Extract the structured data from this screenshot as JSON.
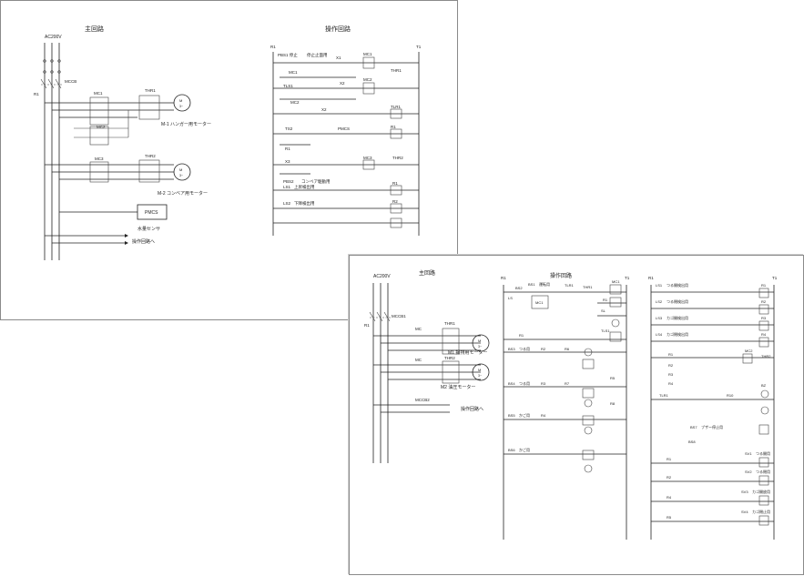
{
  "sheet1": {
    "main_title": "主回路",
    "ops_title": "操作回路",
    "supply": "AC200V",
    "r1": "R1",
    "t1": "T1",
    "breaker": "MCCB",
    "mc1": "MC1",
    "mc2": "MC2",
    "mc3": "MC3",
    "thr1": "THR1",
    "thr2": "THR2",
    "motor_m": "M",
    "motor_3": "3~",
    "m1_label": "M-1 ハンガー用モーター",
    "m2_label": "M-2 コンベア用モーター",
    "pmcs": "PMCS",
    "water_sensor": "水量センサ",
    "to_ops": "操作回路へ",
    "ops": {
      "pbs1": "PBS1 停止",
      "pbs1_detail": "停止止面用",
      "mc1": "MC1",
      "mc2": "MC2",
      "mc3": "MC3",
      "thr1": "THR1",
      "thr2": "THR2",
      "x1": "X1",
      "x2": "X2",
      "x3": "X3",
      "ts1": "TLS1",
      "ts2": "TS2",
      "tlr1": "TLR1",
      "pmcs": "PMCS",
      "r1": "R1",
      "pbs2": "PBS2",
      "pbs2_detail": "コンベア駆動用",
      "ls1": "LS1",
      "ls1_detail": "上昇検出用",
      "ls2": "LS2",
      "ls2_detail": "下降検出用",
      "tlr1_coil": "TLR1",
      "x_coil": "X1",
      "r_coil": "R1",
      "r2_coil": "R2",
      "x2_coil": "X2"
    }
  },
  "sheet2": {
    "supply": "AC200V",
    "main_title": "主回路",
    "ops_title": "操作回路",
    "r1": "R1",
    "t1": "T1",
    "mccb1": "MCCB1",
    "mccb2": "MCCB2",
    "mc": "MC",
    "thr1": "THR1",
    "thr2": "THR2",
    "m1_label": "M1 揚排用モーター",
    "m2_label": "M2 油圧モーター",
    "motor_m": "M",
    "motor_3": "3~",
    "to_ops": "操作回路へ",
    "col1": {
      "bs2": "BS2",
      "bs1": "BS1",
      "bs1_detail": "運転用",
      "tlr1": "TLR1",
      "thr1": "THR1",
      "mc1": "MC1",
      "mc1b": "MC1",
      "ls": "LS",
      "r1": "R1",
      "r1b": "R1",
      "sl": "SL",
      "ts1": "TLS1",
      "bs3": "BS3",
      "bs3_detail": "つる用",
      "bs4": "BS4",
      "bs4_detail": "つる用",
      "bs5": "BS5",
      "bs5_detail": "かご用",
      "bs6": "BS6",
      "bs6_detail": "かご用",
      "r2": "R2",
      "r3": "R3",
      "r4": "R4",
      "r5": "R5",
      "r6": "R6",
      "r7": "R7",
      "r8": "R8"
    },
    "col2": {
      "ls1": "LS1",
      "ls1_detail": "つる開検出用",
      "ls2": "LS2",
      "ls2_detail": "つる閉検出用",
      "ls3": "LS3",
      "ls3_detail": "カゴ開検出用",
      "ls4": "LS4",
      "ls4_detail": "カゴ閉検出用",
      "r1": "R1",
      "r2": "R2",
      "r3": "R3",
      "r4": "R4",
      "r5": "R5",
      "r6": "R6",
      "mc2": "MC2",
      "thr2": "THR2",
      "tlr1": "TLR1",
      "r10": "R10",
      "bz": "BZ",
      "bs7": "BS7",
      "bs7_detail": "ブザー停止用",
      "bs8": "BS8",
      "sv1": "SV1",
      "sv1_detail": "つる開用",
      "sv2": "SV2",
      "sv2_detail": "つる閉用",
      "sv3": "SV3",
      "sv3_detail": "カゴ開放用",
      "sv4": "SV4",
      "sv4_detail": "カゴ閉止用"
    }
  }
}
